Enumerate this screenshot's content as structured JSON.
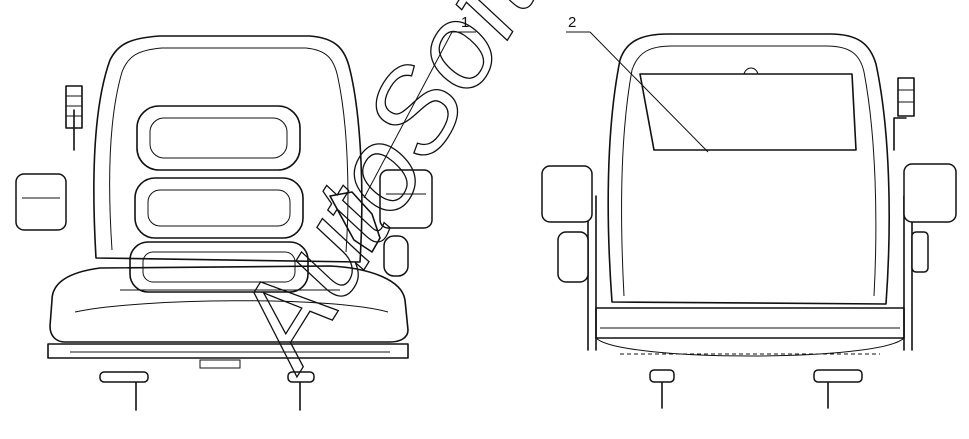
{
  "callouts": [
    {
      "label": "1"
    },
    {
      "label": "2"
    }
  ],
  "watermark": {
    "text": "AutoSoft"
  },
  "views": [
    "seat-front-view",
    "seat-rear-view"
  ],
  "colors": {
    "line": "#111111",
    "background": "#ffffff"
  }
}
